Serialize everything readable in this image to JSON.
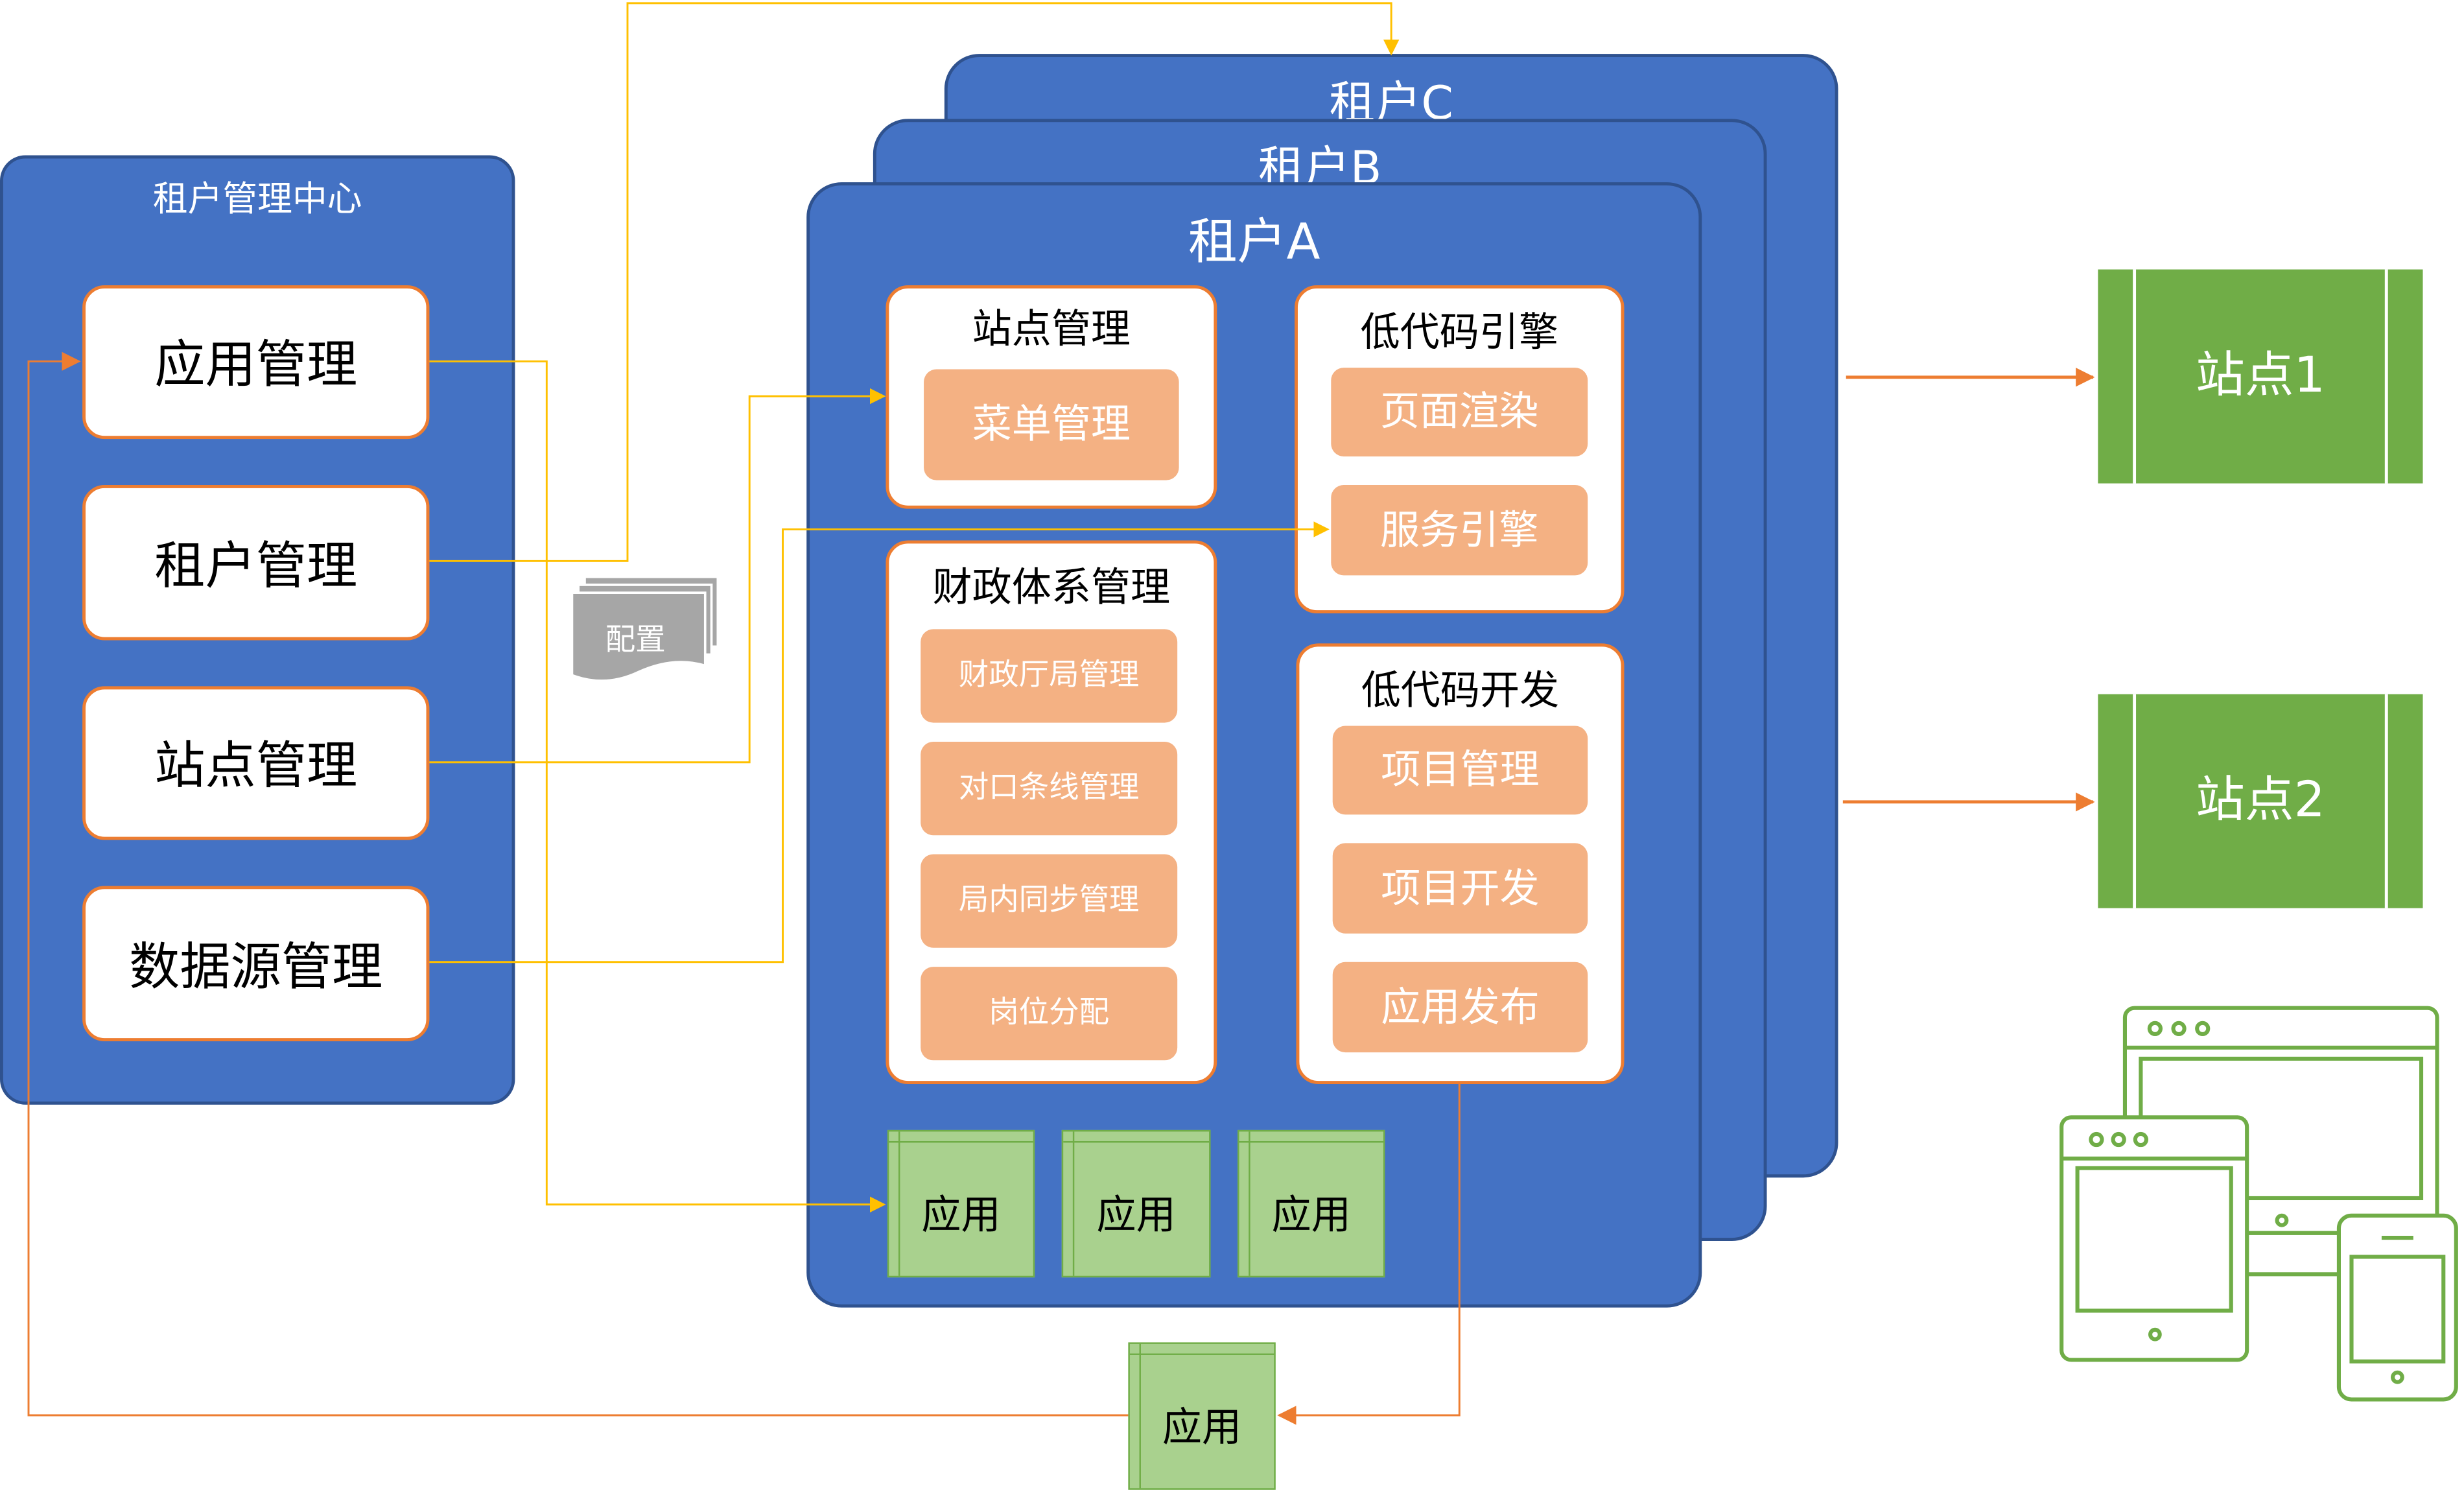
{
  "diagram": {
    "tenant_center": {
      "title": "租户管理中心",
      "items": [
        "应用管理",
        "租户管理",
        "站点管理",
        "数据源管理"
      ]
    },
    "config_label": "配置",
    "tenants": {
      "c": "租户C",
      "b": "租户B",
      "a": "租户A"
    },
    "site_mgmt": {
      "title": "站点管理",
      "items": [
        "菜单管理"
      ]
    },
    "lowcode_engine": {
      "title": "低代码引擎",
      "items": [
        "页面渲染",
        "服务引擎"
      ]
    },
    "finance": {
      "title": "财政体系管理",
      "items": [
        "财政厅局管理",
        "对口条线管理",
        "局内同步管理",
        "岗位分配"
      ]
    },
    "lowcode_dev": {
      "title": "低代码开发",
      "items": [
        "项目管理",
        "项目开发",
        "应用发布"
      ]
    },
    "apps": [
      "应用",
      "应用",
      "应用"
    ],
    "external_app": "应用",
    "sites": [
      "站点1",
      "站点2"
    ],
    "colors": {
      "panel_blue": "#4472c4",
      "accent_orange": "#ed7d31",
      "peach": "#f4b183",
      "app_green": "#a9d18e",
      "site_green": "#70ad47",
      "connector_yellow": "#ffc000"
    },
    "icons": [
      "devices-icon",
      "document-stack-icon"
    ]
  }
}
